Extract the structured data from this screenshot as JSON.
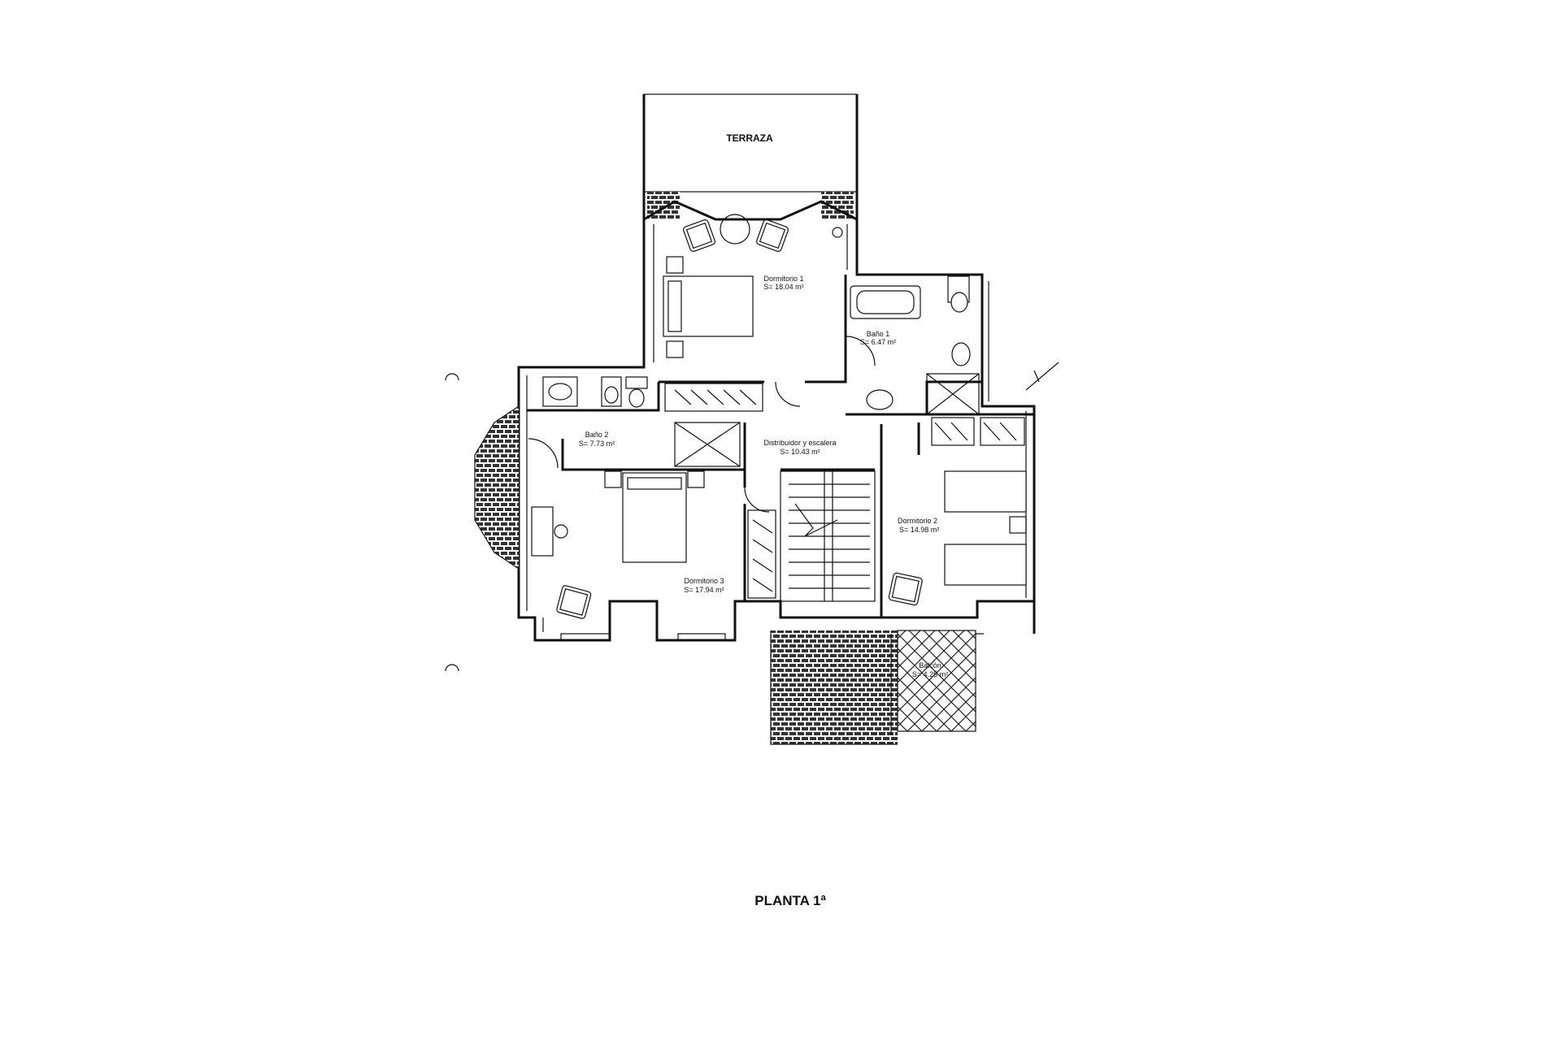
{
  "plan": {
    "title": "PLANTA 1ª",
    "terrace": "TERRAZA",
    "rooms": [
      {
        "name": "Dormitorio 1",
        "area": "S= 18.04 m²"
      },
      {
        "name": "Baño 1",
        "area": "S= 6.47 m²"
      },
      {
        "name": "Baño 2",
        "area": "S= 7.73 m²"
      },
      {
        "name": "Distribuidor y escalera",
        "area": "S= 10.43 m²"
      },
      {
        "name": "Dormitorio 2",
        "area": "S= 14.98 m²"
      },
      {
        "name": "Dormitorio 3",
        "area": "S= 17.94 m²"
      },
      {
        "name": "Balcón",
        "area": "S= 4.25 m²"
      }
    ]
  }
}
